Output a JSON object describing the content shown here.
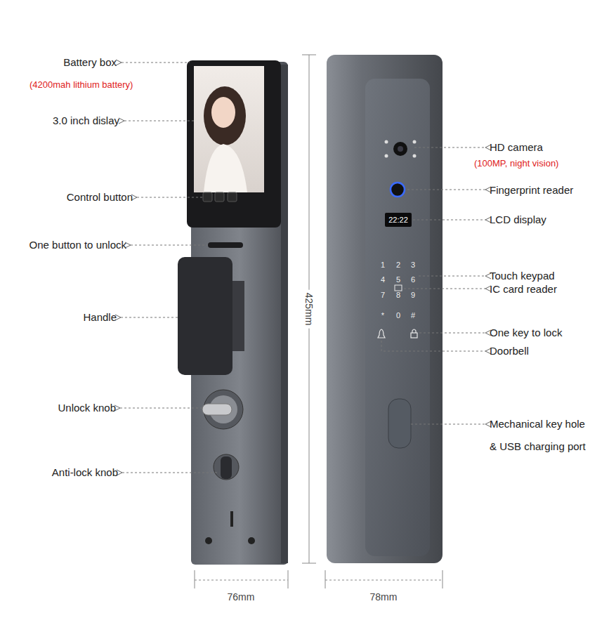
{
  "diagram": {
    "labels": [
      "Battery box",
      "(4200mah lithium battery)",
      "3.0 inch dislay",
      "Control button",
      "One button to unlock",
      "Handle",
      "Unlock knob",
      "Anti-lock knob",
      "HD camera",
      "(100MP, night vision)",
      "Fingerprint reader",
      "LCD display",
      "Touch keypad",
      "IC card reader",
      "One key to lock",
      "Doorbell",
      "Mechanical key hole & USB charging port",
      "22:22",
      "1",
      "2",
      "3",
      "4",
      "5",
      "6",
      "7",
      "8",
      "9",
      "*",
      "0",
      "#",
      "425mm",
      "76mm",
      "78mm"
    ]
  }
}
